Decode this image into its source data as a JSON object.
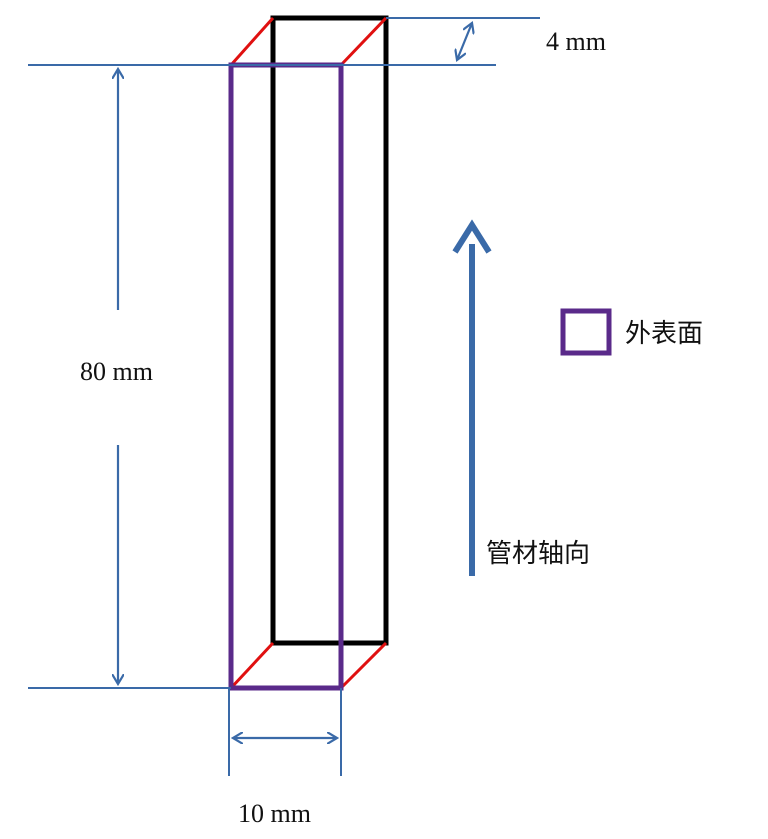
{
  "dimensions": {
    "height": "80 mm",
    "width": "10 mm",
    "depth": "4 mm"
  },
  "legend": {
    "outer_surface": "外表面"
  },
  "axis": {
    "label": "管材轴向"
  },
  "colors": {
    "dimension_line": "#3a6aa8",
    "front_face": "#5a2a8a",
    "back_face": "#000000",
    "depth_edge": "#e01010",
    "text": "#111111",
    "background": "#ffffff"
  },
  "icons": {
    "legend_swatch": "square-outline",
    "axis_arrow": "arrow-up"
  }
}
